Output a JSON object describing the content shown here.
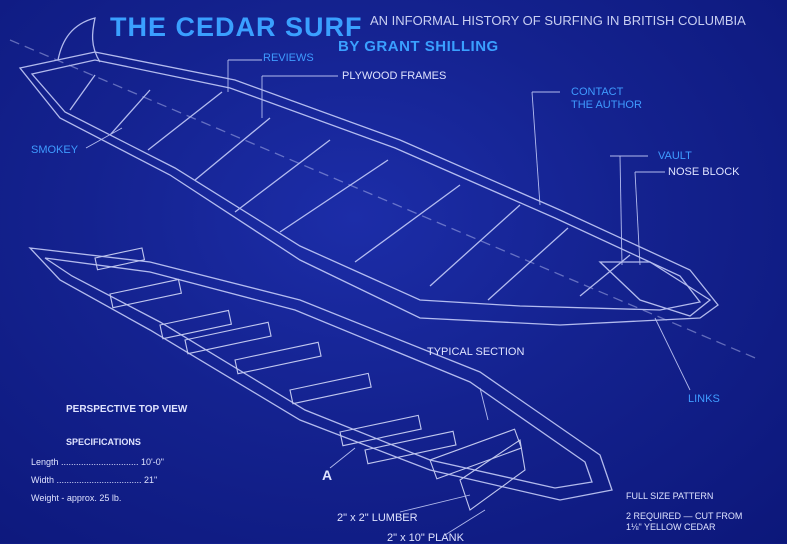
{
  "header": {
    "title": "THE CEDAR SURF",
    "subtitle": "AN INFORMAL HISTORY OF SURFING IN BRITISH COLUMBIA",
    "author": "BY GRANT SHILLING"
  },
  "nav": {
    "reviews": "REVIEWS",
    "smokey": "SMOKEY",
    "contact_line1": "CONTACT",
    "contact_line2": "THE AUTHOR",
    "vault": "VAULT",
    "links": "LINKS"
  },
  "blueprint": {
    "plywood_frames": "PLYWOOD FRAMES",
    "nose_block": "NOSE BLOCK",
    "typical_section": "TYPICAL SECTION",
    "perspective_top_view": "PERSPECTIVE TOP VIEW",
    "specifications": "SPECIFICATIONS",
    "spec_length": "Length  ...............................  10'-0\"",
    "spec_width": "Width  ..................................  21\"",
    "spec_weight": "Weight - approx. 25 lb.",
    "section_letter": "A",
    "lumber": "2\" x 2\" LUMBER",
    "plank": "2\" x 10\" PLANK",
    "full_size_pattern": "FULL SIZE PATTERN",
    "required_line1": "2 REQUIRED — CUT FROM",
    "required_line2": "1⅛\" YELLOW CEDAR"
  }
}
